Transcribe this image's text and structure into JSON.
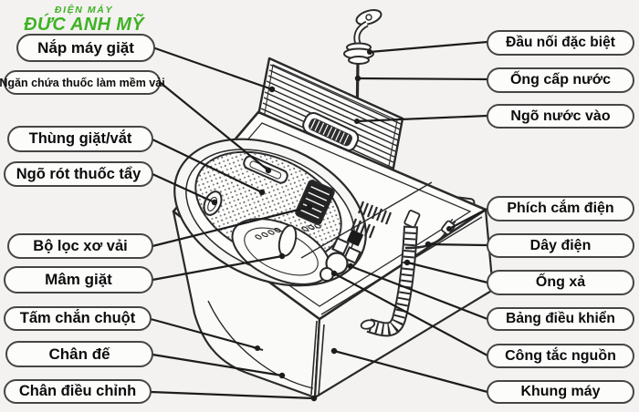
{
  "brand": {
    "top_line": "ĐIỆN MÁY",
    "name": "ĐỨC ANH MỸ",
    "color": "#3fb224"
  },
  "diagram_subject": "top-load washing machine parts diagram",
  "labels": {
    "left": [
      {
        "text": "Nắp máy giặt"
      },
      {
        "text": "Ngăn chứa thuốc làm mềm vải"
      },
      {
        "text": "Thùng giặt/vắt"
      },
      {
        "text": "Ngõ rót thuốc tẩy"
      },
      {
        "text": "Bộ lọc xơ vải"
      },
      {
        "text": "Mâm giặt"
      },
      {
        "text": "Tấm chắn chuột"
      },
      {
        "text": "Chân đế"
      },
      {
        "text": "Chân điều chỉnh"
      }
    ],
    "right": [
      {
        "text": "Đầu nối đặc biệt"
      },
      {
        "text": "Ống cấp nước"
      },
      {
        "text": "Ngõ nước vào"
      },
      {
        "text": "Phích cắm điện"
      },
      {
        "text": "Dây điện"
      },
      {
        "text": "Ống xả"
      },
      {
        "text": "Bảng điều khiển"
      },
      {
        "text": "Công tắc nguồn"
      },
      {
        "text": "Khung máy"
      }
    ]
  },
  "colors": {
    "background": "#f3f2f0",
    "line_ink": "#1c1c1c",
    "pill_border": "#454545",
    "pill_fill": "#fcfcfb",
    "brand_green": "#3fb224"
  }
}
